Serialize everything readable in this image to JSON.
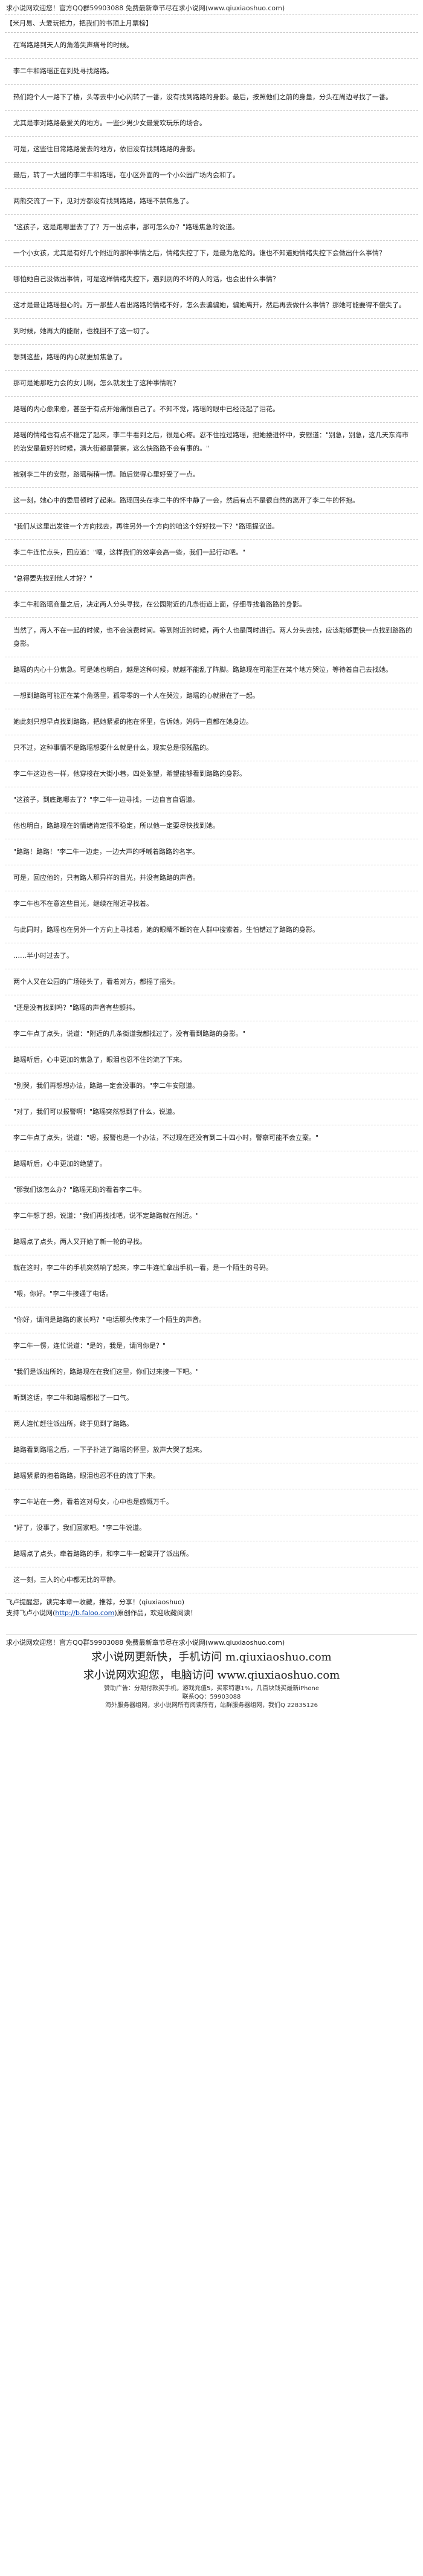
{
  "header": {
    "notice": "求小说网欢迎您！官方QQ群59903088 免费最新章节尽在求小说网(www.qiuxiaoshuo.com)",
    "chapter_title": "【米月易、大爱玩把力，把我们的书顶上月票榜】"
  },
  "paragraphs": [
    "在骂路路到天人的角落失声痛号的时候。",
    "李二牛和路瑶正在到处寻找路路。",
    "热们跑个人一路下了楼，头等去中小心闪转了一番，没有找到路路的身影。最后，按照他们之前的身量，分头在周边寻找了一番。",
    "尤其是李对路路最爱关的地方。一些少男少女最爱欢玩乐的场合。",
    "可是，这些往日常路路爱去的地方，依旧没有找到路路的身影。",
    "最后，转了一大圈的李二牛和路瑶，在小区外面的一个小公园广场内会和了。",
    "两熊交流了一下，见对方都没有找到路路，路瑶不禁焦急了。",
    "\"这孩子，这是跑哪里去了了？万一出点事，那可怎么办？\"路瑶焦急的说道。",
    "一个小女孩，尤其是有好几个附近的那种事情之后，情绪失控了下，是最为危险的。谁也不知道她情绪失控下会做出什么事情？",
    "哪怕她自己没做出事情，可是这样情绪失控下，遇到别的不坏的人的话，也会出什么事情？",
    "这才是最让路瑶担心的。万一那些人看出路路的情绪不好，怎么去骗骗她，骗她离开，然后再去做什么事情？那她可能要得不偿失了。",
    "到时候，她再大的能耐，也挽回不了这一切了。",
    "想到这些，路瑶的内心就更加焦急了。",
    "那可是她那吃力会的女儿啊，怎么就发生了这种事情呢？",
    "路瑶的内心愈来愈，甚至于有点开始痛恨自己了。不知不觉，路瑶的眼中已经泛起了泪花。",
    "路瑶的情绪也有点不稳定了起来，李二牛看到之后，很是心疼。忍不住拉过路瑶，把她搂进怀中，安慰道：\"别急，别急，这几天东海市的治安是最好的时候，满大街都是警察，这么快路路不会有事的。\"",
    "被别李二牛的安慰，路瑶稍稍一愣。随后觉得心里好受了一点。",
    "这一刻，她心中的委屈顿时了起来。路瑶回头在李二牛的怀中静了一会，然后有点不是很自然的离开了李二牛的怀抱。",
    "\"我们从这里出发往一个方向找去，再往另外一个方向的咱这个好好找一下？\"路瑶提议道。",
    "李二牛连忙点头，回应道：\"嗯，这样我们的效率会高一些，我们一起行动吧。\"",
    "\"总得要先找到他人才好？\"",
    "李二牛和路瑶商量之后，决定两人分头寻找，在公园附近的几条街道上面，仔细寻找着路路的身影。",
    "当然了，两人不在一起的时候，也不会浪费时间。等到附近的时候，两个人也是同时进行。两人分头去找，应该能够更快一点找到路路的身影。",
    "路瑶的内心十分焦急。可是她也明白，越是这种时候，就越不能乱了阵脚。路路现在可能正在某个地方哭泣，等待着自己去找她。",
    "一想到路路可能正在某个角落里，孤零零的一个人在哭泣，路瑶的心就揪在了一起。",
    "她此刻只想早点找到路路，把她紧紧的抱在怀里，告诉她，妈妈一直都在她身边。",
    "只不过，这种事情不是路瑶想要什么就是什么，现实总是很残酷的。",
    "李二牛这边也一样，他穿梭在大街小巷，四处张望，希望能够看到路路的身影。",
    "\"这孩子，到底跑哪去了？\"李二牛一边寻找，一边自言自语道。",
    "他也明白，路路现在的情绪肯定很不稳定，所以他一定要尽快找到她。",
    "\"路路！路路！\"李二牛一边走，一边大声的呼喊着路路的名字。",
    "可是，回应他的，只有路人那异样的目光，并没有路路的声音。",
    "李二牛也不在意这些目光，继续在附近寻找着。",
    "与此同时，路瑶也在另外一个方向上寻找着，她的眼睛不断的在人群中搜索着，生怕错过了路路的身影。",
    "……半小时过去了。",
    "两个人又在公园的广场碰头了，看着对方，都摇了摇头。",
    "\"还是没有找到吗？\"路瑶的声音有些颤抖。",
    "李二牛点了点头，说道：\"附近的几条街道我都找过了，没有看到路路的身影。\"",
    "路瑶听后，心中更加的焦急了，眼泪也忍不住的流了下来。",
    "\"别哭，我们再想想办法，路路一定会没事的。\"李二牛安慰道。",
    "\"对了，我们可以报警啊！\"路瑶突然想到了什么，说道。",
    "李二牛点了点头，说道：\"嗯，报警也是一个办法，不过现在还没有到二十四小时，警察可能不会立案。\"",
    "路瑶听后，心中更加的绝望了。",
    "\"那我们该怎么办？\"路瑶无助的看着李二牛。",
    "李二牛想了想，说道：\"我们再找找吧，说不定路路就在附近。\"",
    "路瑶点了点头，两人又开始了新一轮的寻找。",
    "就在这时，李二牛的手机突然响了起来，李二牛连忙拿出手机一看，是一个陌生的号码。",
    "\"喂，你好。\"李二牛接通了电话。",
    "\"你好，请问是路路的家长吗？\"电话那头传来了一个陌生的声音。",
    "李二牛一愣，连忙说道：\"是的，我是，请问你是？\"",
    "\"我们是派出所的，路路现在在我们这里，你们过来接一下吧。\"",
    "听到这话，李二牛和路瑶都松了一口气。",
    "两人连忙赶往派出所，终于见到了路路。",
    "路路看到路瑶之后，一下子扑进了路瑶的怀里，放声大哭了起来。",
    "路瑶紧紧的抱着路路，眼泪也忍不住的流了下来。",
    "李二牛站在一旁，看着这对母女，心中也是感慨万千。",
    "\"好了，没事了，我们回家吧。\"李二牛说道。",
    "路瑶点了点头，牵着路路的手，和李二牛一起离开了派出所。",
    "这一刻，三人的心中都无比的平静。"
  ],
  "footer": {
    "share_line": "飞卢提醒您，读完本章一收藏，推荐，分享！(qiuxiaoshuo)",
    "support_prefix": "支持飞卢小说网(",
    "support_link": "http://b.faloo.com",
    "support_suffix": ")原创作品，欢迎收藏阅读！"
  },
  "bottom": {
    "notice": "求小说网欢迎您！官方QQ群59903088 免费最新章节尽在求小说网(www.qiuxiaoshuo.com)",
    "slogan_1": "求小说网更新快，手机访问 m.qiuxiaoshuo.com",
    "slogan_2": "求小说网欢迎您，电脑访问 www.qiuxiaoshuo.com",
    "sponsor_label": "赞助广告：分期付款买手机，游戏充值5，买家特惠1%，几百块钱买最新iPhone",
    "contact_line": "联系QQ：59903088",
    "hotline": "海外服务器组网，求小说网所有阅读所有，站群服务器组网，我们Q 22835126"
  }
}
